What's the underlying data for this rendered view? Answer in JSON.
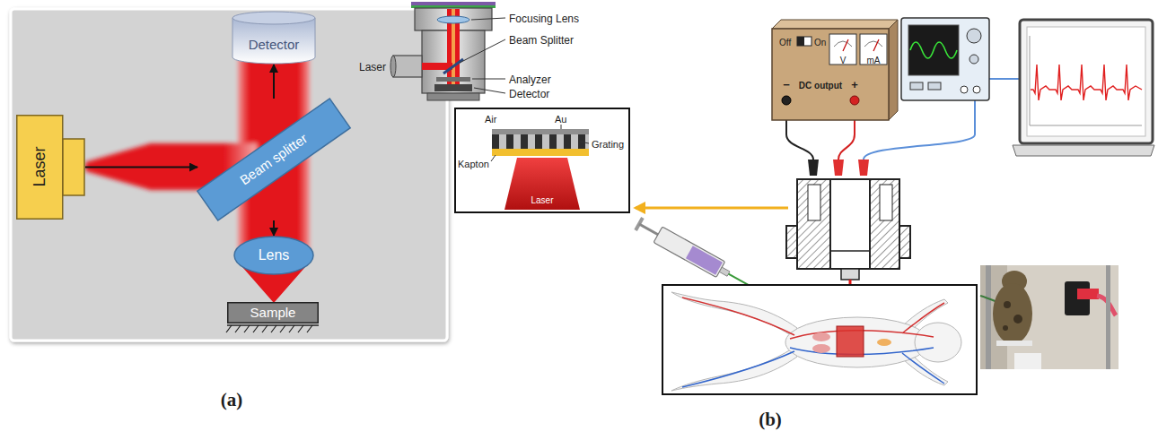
{
  "diagram": {
    "nodes": [
      {
        "text": [
          "Laser"
        ]
      },
      {
        "text": [
          "Beam splitter"
        ]
      },
      {
        "text": [
          "Detector"
        ]
      },
      {
        "text": [
          "Lens"
        ]
      },
      {
        "text": [
          "Sample"
        ]
      },
      {
        "text": [
          "Off",
          "On",
          "V",
          "mA",
          "−",
          "DC output",
          "+"
        ]
      },
      {
        "text": [
          "Air",
          "Au",
          "Grating",
          "Kapton",
          "Laser"
        ]
      }
    ],
    "edges": [
      {
        "from": 0,
        "to": 1,
        "arrow": "to"
      },
      {
        "from": 1,
        "to": 2,
        "arrow": "to"
      },
      {
        "from": 1,
        "to": 3,
        "arrow": "to"
      }
    ],
    "labels": [
      "Focusing Lens",
      "Beam Splitter",
      "Laser",
      "Analyzer",
      "Detector",
      "(a)",
      "(b)"
    ]
  }
}
